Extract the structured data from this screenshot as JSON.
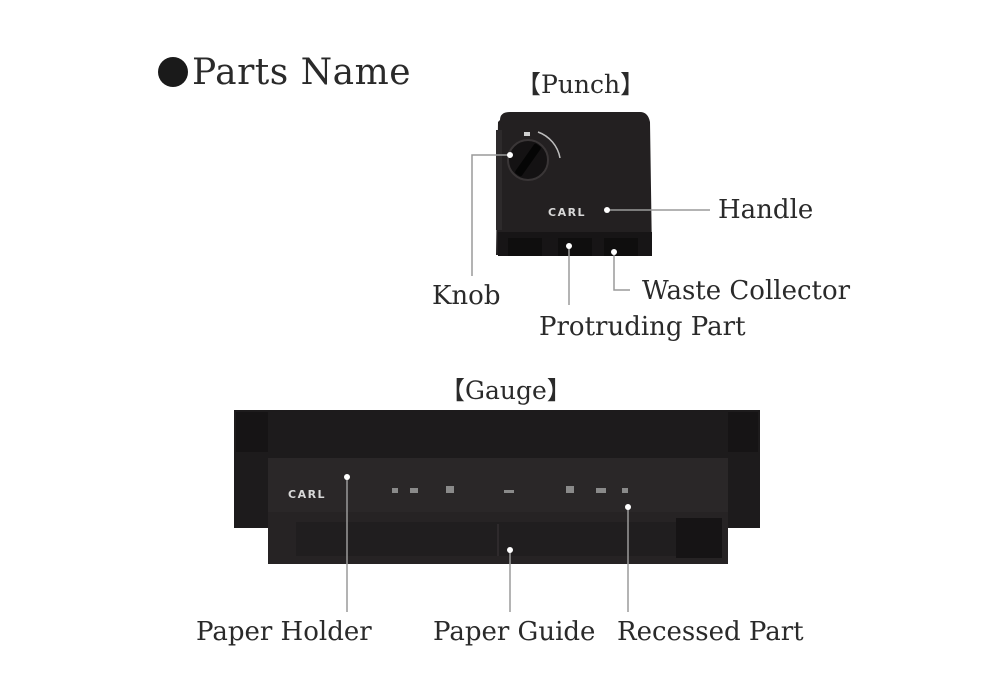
{
  "title": "Parts Name",
  "punch": {
    "heading": "【Punch】",
    "brand": "CARL",
    "labels": {
      "handle": "Handle",
      "knob": "Knob",
      "waste_collector": "Waste Collector",
      "protruding_part": "Protruding Part"
    }
  },
  "gauge": {
    "heading": "【Gauge】",
    "brand": "CARL",
    "labels": {
      "paper_holder": "Paper Holder",
      "paper_guide": "Paper Guide",
      "recessed_part": "Recessed Part"
    }
  },
  "colors": {
    "device_body": "#232021",
    "device_shade": "#161415",
    "leader_line": "#9a9a9a",
    "text": "#2a2a2a"
  }
}
